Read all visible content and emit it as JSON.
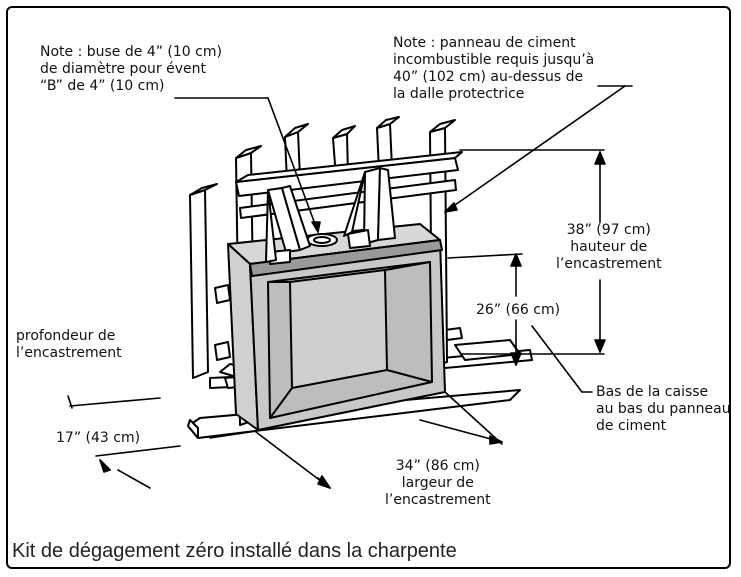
{
  "labels": {
    "flue_note": "Note : buse de 4” (10 cm)\nde diamètre pour évent\n“B” de 4” (10 cm)",
    "cement_note": "Note : panneau de ciment\nincombustible requis jusqu’à\n40” (102 cm) au-dessus de\nla dalle protectrice",
    "height_38": "38” (97 cm)\nhauteur de\nl’encastrement",
    "height_26": "26” (66 cm)",
    "depth_label": "profondeur de\nl’encastrement",
    "depth_17": "17” (43 cm)",
    "width_34": "34” (86 cm)\nlargeur de\nl’encastrement",
    "bottom_note": "Bas de la caisse\nau bas du panneau\nde ciment"
  },
  "caption": "Kit de dégagement zéro installé dans la charpente",
  "colors": {
    "line": "#000000",
    "firebox_fill": "#c8c8c8",
    "panel_fill": "#d8d8d8",
    "wood_fill": "#ffffff"
  }
}
